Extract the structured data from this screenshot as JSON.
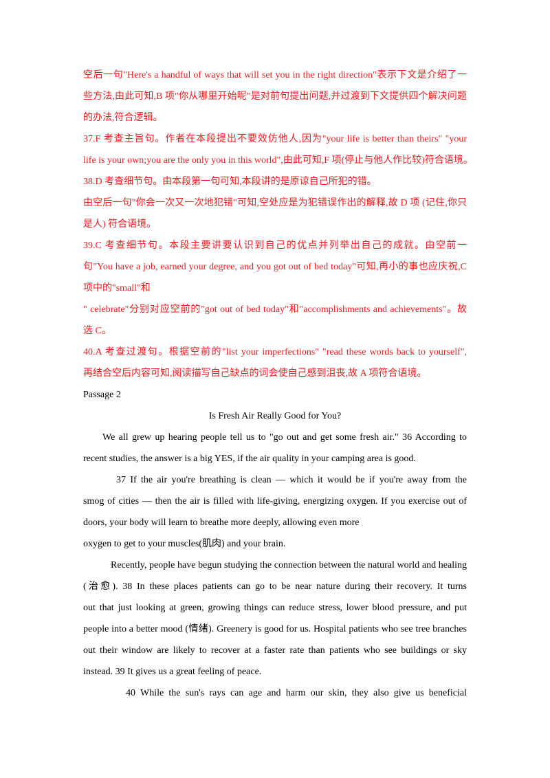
{
  "answers": {
    "l1": "空后一句\"Here's a handful of ways that will set you in the right direction\"表示下文是介绍了一",
    "l2": "些方法,由此可知,B 项\"你从哪里开始呢\"是对前句提出问题,并过渡到下文提供四个解决问题",
    "l3": "的办法,符合逻辑。",
    "l4": "37.F    考查主旨句。作者在本段提出不要效仿他人,因为\"your life is better than theirs\" \"your",
    "l5": "life is your own;you are the only you in this world\",由此可知,F 项(停止与他人作比较)符合语境。",
    "l6": "38.D    考查细节句。由本段第一句可知,本段讲的是原谅自己所犯的错。",
    "l7": "由空后一句\"你会一次又一次地犯错\"可知,空处应是为犯错误作出的解释,故 D 项 (记住,你只",
    "l8": "是人) 符合语境。",
    "l9": "39.C    考查细节句。本段主要讲要认识到自己的优点并列举出自己的成就。由空前一",
    "l10": "句\"You have a job, earned your degree, and you got out of bed today\"可知,再小的事也应庆祝,C",
    "l11": "项中的\"small\"和",
    "l12": "\" celebrate\"分别对应空前的\"got out of bed today\"和\"accomplishments and achievements\"。故",
    "l13": "选  C。",
    "l14": "40.A    考查过渡句。根据空前的\"list your imperfections\" \"read these words back to yourself\",",
    "l15": "再结合空后内容可知,阅读描写自己缺点的词会使自己感到沮丧,故 A 项符合语境。"
  },
  "passage": {
    "label": "Passage 2",
    "title": "Is Fresh Air Really Good for You?",
    "l1": "We all grew up hearing people tell us to \"go out and get some fresh air.\"    36      According to",
    "l2": "recent studies, the answer is a big YES, if the air quality in your camping area is good.",
    "l3": "37      If the air you're breathing is clean — which it would be if you're away from the",
    "l4": "smog of cities — then the air is filled with life-giving, energizing oxygen. If you exercise out of",
    "l5": "doors, your body will learn to breathe more deeply, allowing even more",
    "l6": "oxygen to get to your muscles(肌肉) and your brain.",
    "l7": "Recently, people have begun studying the connection between the natural world and healing",
    "l8": "(治愈).       38      In these places patients can go to be near nature during their recovery. It turns",
    "l9": "out that just looking at green, growing things can reduce stress, lower blood pressure, and put",
    "l10": "people into a better mood (情绪). Greenery is good for us. Hospital patients who see tree branches",
    "l11": "out their window are likely to recover at a faster rate than patients who see buildings or sky",
    "l12": "instead.     39      It gives us a great feeling of peace.",
    "l13": "40      While the sun's rays can age and harm our skin, they also give us beneficial"
  }
}
